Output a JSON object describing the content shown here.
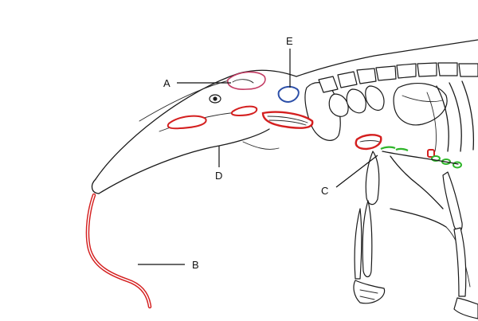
{
  "labels": {
    "a": "A",
    "b": "B",
    "c": "C",
    "d": "D",
    "e": "E"
  },
  "colors": {
    "outline": "#1a1a1a",
    "highlight_red": "#d41f1f",
    "highlight_blue": "#2c4fa8",
    "highlight_green": "#2fb52a",
    "highlight_pink": "#c33b63"
  }
}
